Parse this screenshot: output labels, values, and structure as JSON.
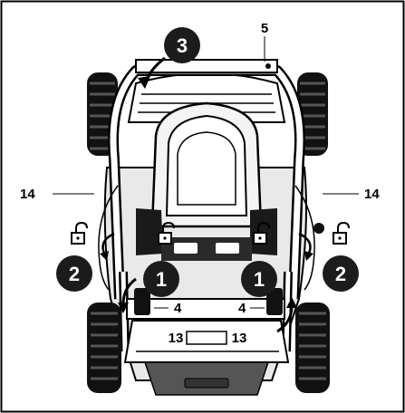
{
  "callouts": {
    "part_5": "5",
    "part_14_left": "14",
    "part_14_right": "14",
    "part_4_left": "4",
    "part_4_right": "4",
    "part_13_left": "13",
    "part_13_right": "13"
  },
  "steps": {
    "step_3": "3",
    "step_2_left": "2",
    "step_2_right": "2",
    "step_1_left": "1",
    "step_1_right": "1"
  },
  "icons": {
    "unlock": "unlock-icon",
    "rotate": "rotate-arrow-icon"
  },
  "colors": {
    "ink": "#000000",
    "body_dark": "#1a1a1a",
    "body_grey": "#6d6d6d",
    "background": "#ffffff"
  }
}
